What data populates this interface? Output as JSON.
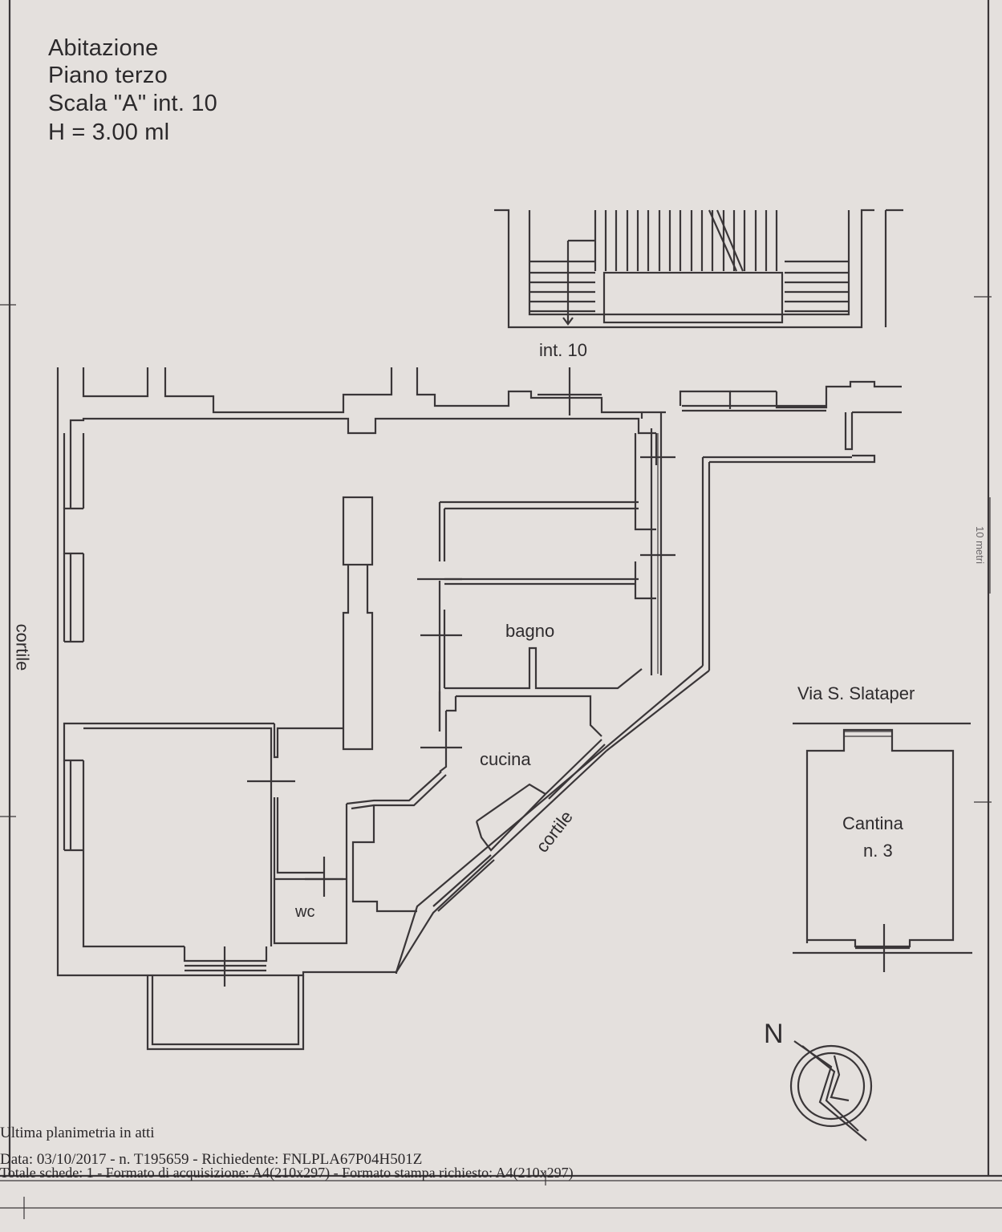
{
  "header": {
    "line1": "Abitazione",
    "line2": "Piano terzo",
    "line3": "Scala \"A\"  int. 10",
    "line4": "H = 3.00 ml"
  },
  "labels": {
    "entrance": "int. 10",
    "bagno": "bagno",
    "cucina": "cucina",
    "wc": "wc",
    "cortile_left": "cortile",
    "cortile_diag": "cortile",
    "street": "Via S. Slataper",
    "cantina_1": "Cantina",
    "cantina_2": "n. 3",
    "north": "N",
    "scale": "10 metri"
  },
  "footer": {
    "line1": "Ultima planimetria in atti",
    "line2": "Data: 03/10/2017 - n. T195659 - Richiedente: FNLPLA67P04H501Z",
    "line3": "Totale schede: 1 - Formato di acquisizione: A4(210x297) - Formato stampa richiesto: A4(210x297)"
  },
  "colors": {
    "paper": "#e4e0dd",
    "ink": "#2f2c2e",
    "line": "#3a3638"
  }
}
